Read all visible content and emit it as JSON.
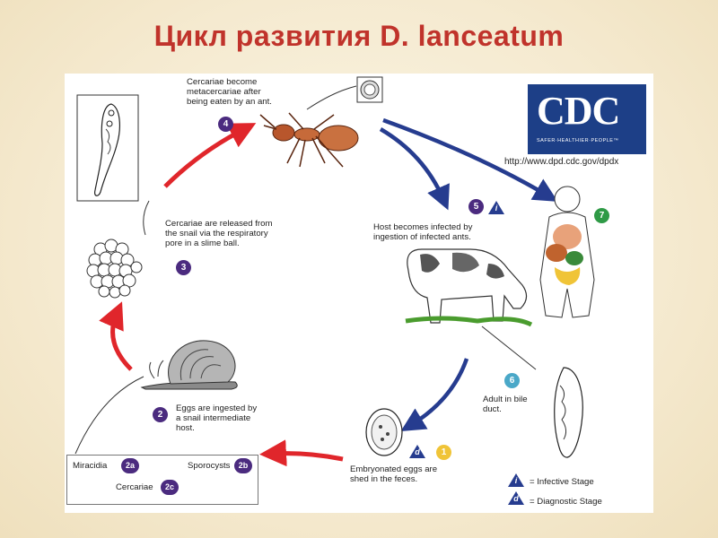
{
  "slide_title": "Цикл развития D. lanceatum",
  "cdc": {
    "logo_text": "CDC",
    "tagline": "SAFER·HEALTHIER·PEOPLE™",
    "url": "http://www.dpd.cdc.gov/dpdx"
  },
  "stages": {
    "s1": {
      "badge": "1",
      "text": [
        "Embryonated eggs are",
        "shed in the feces."
      ]
    },
    "s2": {
      "badge": "2",
      "text": [
        "Eggs are ingested by",
        "a snail intermediate",
        "host."
      ]
    },
    "s3": {
      "badge": "3",
      "text": [
        "Cercariae are released from",
        "the snail via the respiratory",
        "pore in a slime ball."
      ]
    },
    "s4": {
      "badge": "4",
      "text": [
        "Cercariae become",
        "metacercariae after",
        "being eaten by an ant."
      ]
    },
    "s5": {
      "badge": "5",
      "text": [
        "Host becomes infected by",
        "ingestion of infected ants."
      ]
    },
    "s6": {
      "badge": "6",
      "text": [
        "Adult in bile",
        "duct."
      ]
    },
    "s7": {
      "badge": "7"
    }
  },
  "stage_markers": {
    "infective": "i",
    "diagnostic": "d"
  },
  "sub_stages": {
    "miracidia": {
      "label": "Miracidia",
      "badge": "2a"
    },
    "sporocysts": {
      "label": "Sporocysts",
      "badge": "2b"
    },
    "cercariae": {
      "label": "Cercariae",
      "badge": "2c"
    }
  },
  "legend": {
    "infective": {
      "symbol": "i",
      "label": "= Infective Stage"
    },
    "diagnostic": {
      "symbol": "d",
      "label": "= Diagnostic Stage"
    }
  },
  "colors": {
    "title": "#c0332b",
    "red_arrow": "#e0262b",
    "blue_arrow": "#263c8f",
    "badge_purple": "#4b2b7f",
    "badge_teal": "#4aa8c8",
    "badge_green": "#2f9a46",
    "badge_yellow": "#f0c437",
    "cdc_blue": "#1d3f87"
  },
  "icons": [
    "adult-fluke-icon",
    "slime-ball-icon",
    "snail-icon",
    "ant-icon",
    "cow-icon",
    "human-icon",
    "egg-icon",
    "adult-in-bile-duct-icon",
    "metacercaria-inset-icon"
  ]
}
